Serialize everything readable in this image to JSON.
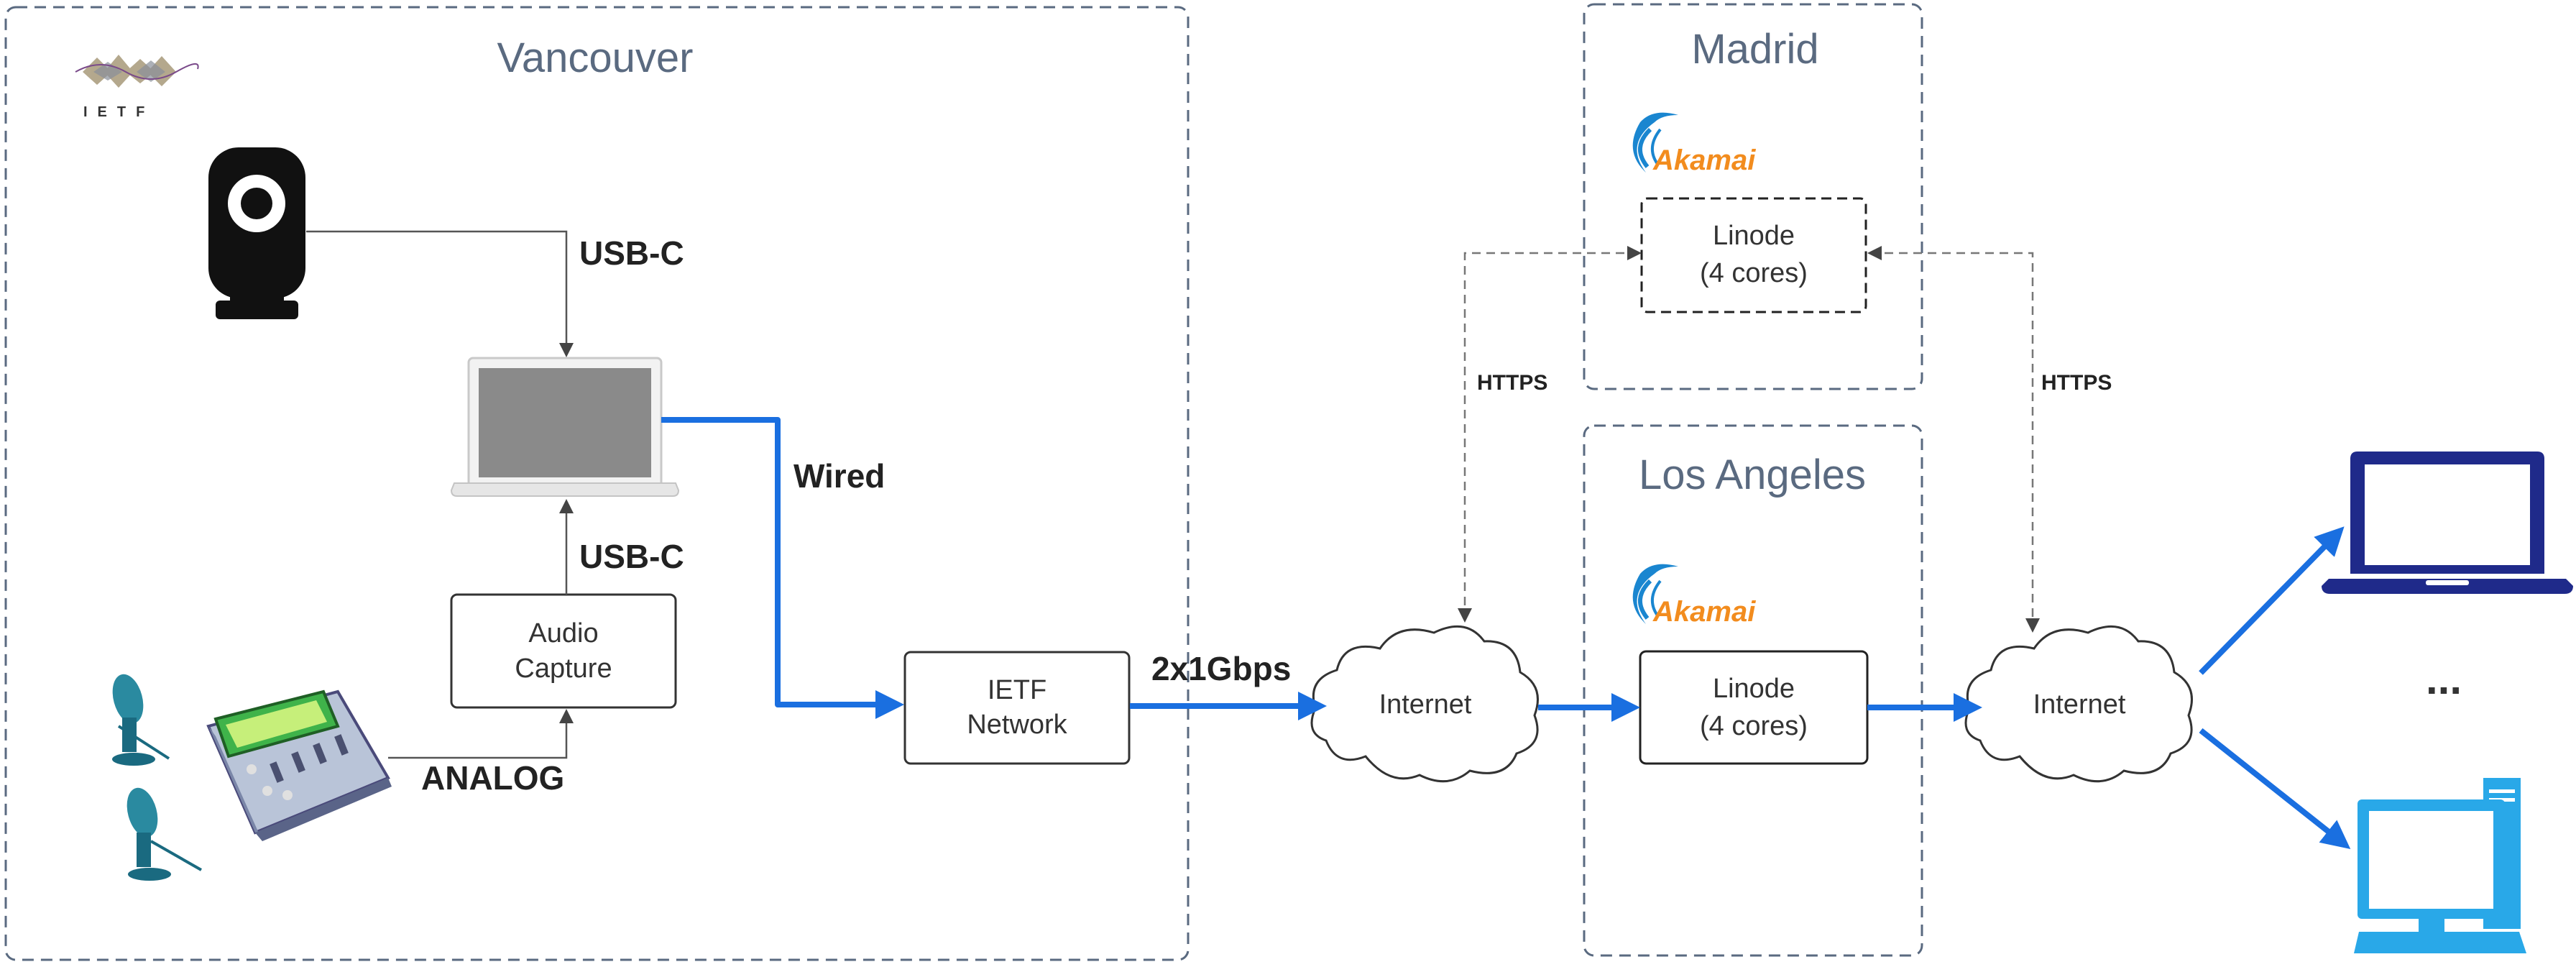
{
  "regions": {
    "vancouver": "Vancouver",
    "madrid": "Madrid",
    "los_angeles": "Los Angeles"
  },
  "nodes": {
    "audio_capture": [
      "Audio",
      "Capture"
    ],
    "ietf_network": [
      "IETF",
      "Network"
    ],
    "linode_madrid": [
      "Linode",
      "(4 cores)"
    ],
    "linode_la": [
      "Linode",
      "(4 cores)"
    ],
    "internet_left": "Internet",
    "internet_right": "Internet"
  },
  "edges": {
    "usb_c_top": "USB-C",
    "usb_c_bottom": "USB-C",
    "wired": "Wired",
    "analog": "ANALOG",
    "bandwidth": "2x1Gbps",
    "https_left": "HTTPS",
    "https_right": "HTTPS"
  },
  "logos": {
    "ietf": "IETF",
    "akamai": "Akamai"
  },
  "more_clients": "...",
  "colors": {
    "blue_link": "#1a6fe0",
    "dashed_gray": "#6b7280",
    "region_border": "#5a6a80",
    "akamai_orange": "#f28c1e",
    "akamai_blue": "#1a86d0",
    "laptop_navy": "#1f2a8a",
    "desktop_blue": "#29a8e8"
  }
}
